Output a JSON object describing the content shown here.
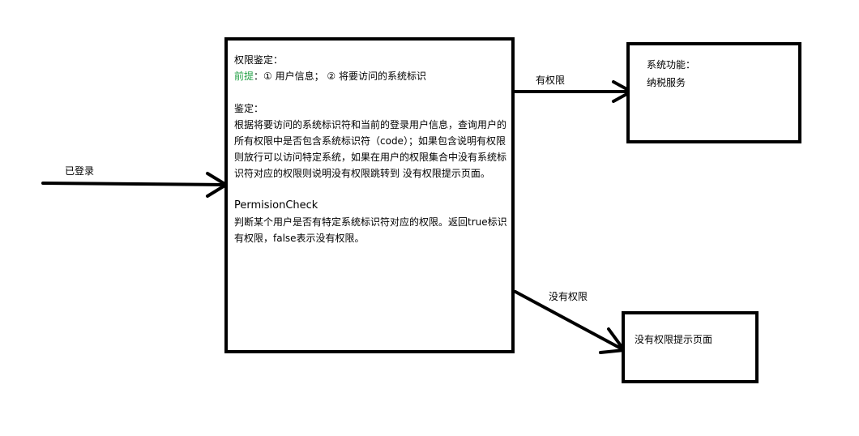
{
  "colors": {
    "stroke": "#000000",
    "premise_highlight": "#22a045",
    "background": "#ffffff"
  },
  "edges": {
    "login": "已登录",
    "has_permission": "有权限",
    "no_permission": "没有权限"
  },
  "main_box": {
    "title": "权限鉴定：",
    "premise_label": "前提",
    "premise_text": "：① 用户信息； ② 将要访问的系统标识",
    "judge_title": "鉴定：",
    "judge_body": "根据将要访问的系统标识符和当前的登录用户信息，查询用户的所有权限中是否包含系统标识符（code）；如果包含说明有权限则放行可以访问特定系统，如果在用户的权限集合中没有系统标识符对应的权限则说明没有权限跳转到 没有权限提示页面。",
    "check_title": "PermisionCheck",
    "check_body": "判断某个用户是否有特定系统标识符对应的权限。返回true标识有权限，false表示没有权限。"
  },
  "target_box": {
    "title": "系统功能：",
    "subtitle": "纳税服务"
  },
  "denied_box": {
    "label": "没有权限提示页面"
  }
}
